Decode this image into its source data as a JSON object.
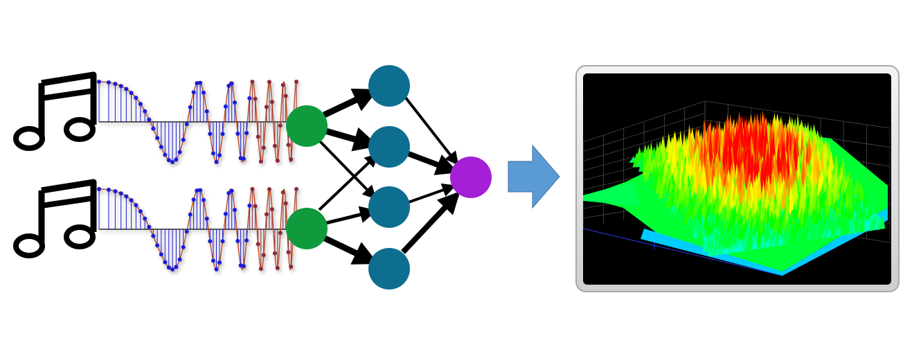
{
  "diagram": {
    "inputs": [
      {
        "name": "music-note-top",
        "icon": "music-note-icon"
      },
      {
        "name": "music-note-bottom",
        "icon": "music-note-icon"
      }
    ],
    "signal": {
      "stem_color": "#1a1ad6",
      "curve_color": "#c24a1c",
      "fade_color": "#8b2b3a"
    },
    "network": {
      "input_node_color": "#0f9a3e",
      "hidden_node_color": "#0e6e8f",
      "output_node_color": "#a41fd6",
      "hidden_count": 4
    },
    "arrow_color": "#5b9bd5",
    "spectrogram": {
      "frame_color": "#d9d9d9",
      "background": "#000000",
      "colormap": [
        "#0000ff",
        "#00ffff",
        "#00ff00",
        "#ffff00",
        "#ff0000"
      ]
    }
  }
}
